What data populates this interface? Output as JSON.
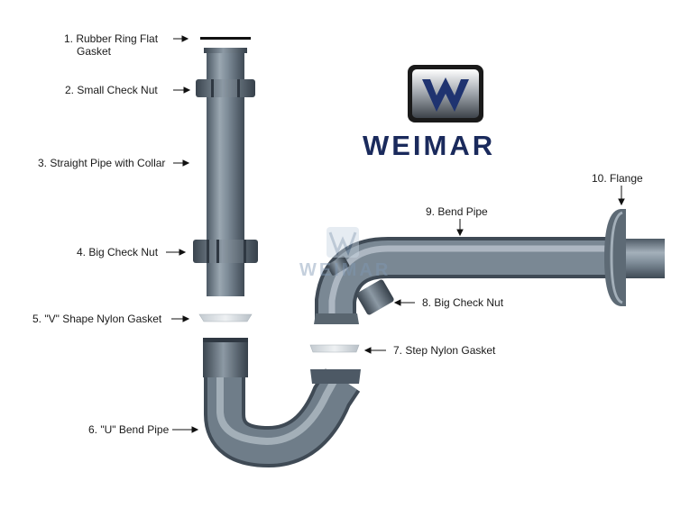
{
  "brand": {
    "name": "WEIMAR",
    "watermark": "WEIMAR",
    "color": "#1a2a5c"
  },
  "colors": {
    "pipe_dark": "#4d5965",
    "pipe_mid": "#7f8d99",
    "pipe_light": "#b5c0c9",
    "gasket": "#d4d9dd",
    "arrow": "#111111"
  },
  "parts": [
    {
      "id": "p1",
      "lines": [
        "1. Rubber Ring Flat",
        "Gasket"
      ]
    },
    {
      "id": "p2",
      "lines": [
        "2. Small Check Nut"
      ]
    },
    {
      "id": "p3",
      "lines": [
        "3. Straight Pipe with Collar"
      ]
    },
    {
      "id": "p4",
      "lines": [
        "4. Big Check Nut"
      ]
    },
    {
      "id": "p5",
      "lines": [
        "5. \"V\" Shape Nylon Gasket"
      ]
    },
    {
      "id": "p6",
      "lines": [
        "6. \"U\" Bend Pipe"
      ]
    },
    {
      "id": "p7",
      "lines": [
        "7. Step Nylon Gasket"
      ]
    },
    {
      "id": "p8",
      "lines": [
        "8. Big Check Nut"
      ]
    },
    {
      "id": "p9",
      "lines": [
        "9. Bend Pipe"
      ]
    },
    {
      "id": "p10",
      "lines": [
        "10. Flange"
      ]
    }
  ]
}
